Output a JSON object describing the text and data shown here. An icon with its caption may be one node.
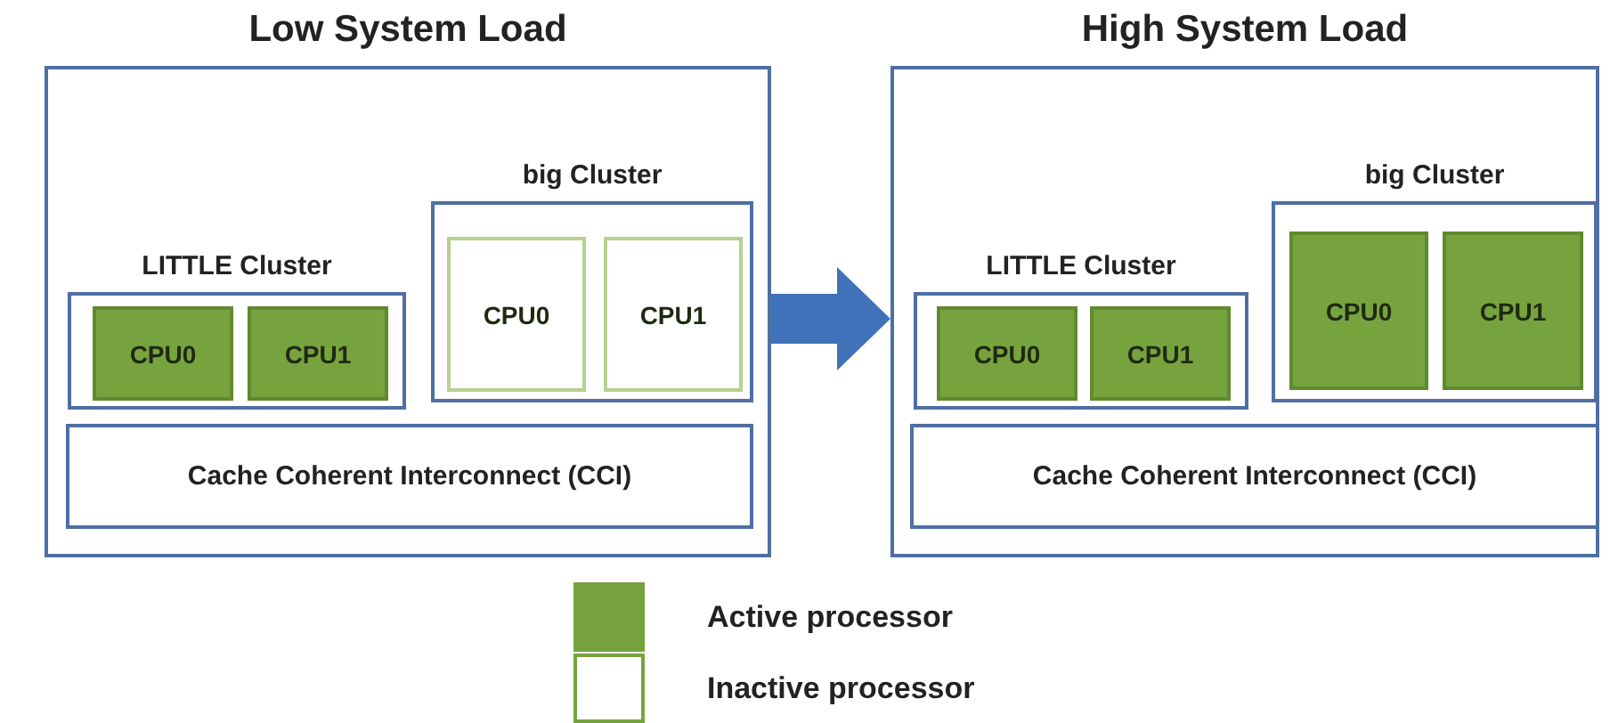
{
  "diagram": {
    "nodes": [
      {
        "text": [
          "Low System Load"
        ]
      },
      {
        "text": [
          "big Cluster"
        ],
        "in": 0
      },
      {
        "text": [
          "CPU0"
        ],
        "in": 1
      },
      {
        "text": [
          "CPU1"
        ],
        "in": 1
      },
      {
        "text": [
          "LITTLE Cluster"
        ],
        "in": 0
      },
      {
        "text": [
          "CPU0"
        ],
        "in": 4
      },
      {
        "text": [
          "CPU1"
        ],
        "in": 4
      },
      {
        "text": [
          "Cache Coherent Interconnect (CCI)"
        ],
        "in": 0
      },
      {
        "text": [
          "High System Load"
        ]
      },
      {
        "text": [
          "big Cluster"
        ],
        "in": 8
      },
      {
        "text": [
          "CPU0"
        ],
        "in": 9
      },
      {
        "text": [
          "CPU1"
        ],
        "in": 9
      },
      {
        "text": [
          "LITTLE Cluster"
        ],
        "in": 8
      },
      {
        "text": [
          "CPU0"
        ],
        "in": 12
      },
      {
        "text": [
          "CPU1"
        ],
        "in": 12
      },
      {
        "text": [
          "Cache Coherent Interconnect (CCI)"
        ],
        "in": 8
      }
    ],
    "edges": [
      {
        "from": 0,
        "to": 8,
        "arrow": "to",
        "style": "thick"
      }
    ],
    "legend": [
      {
        "text": "Active processor",
        "color": "#77a33f"
      },
      {
        "text": "Inactive processor",
        "color": "#ffffff"
      }
    ]
  }
}
